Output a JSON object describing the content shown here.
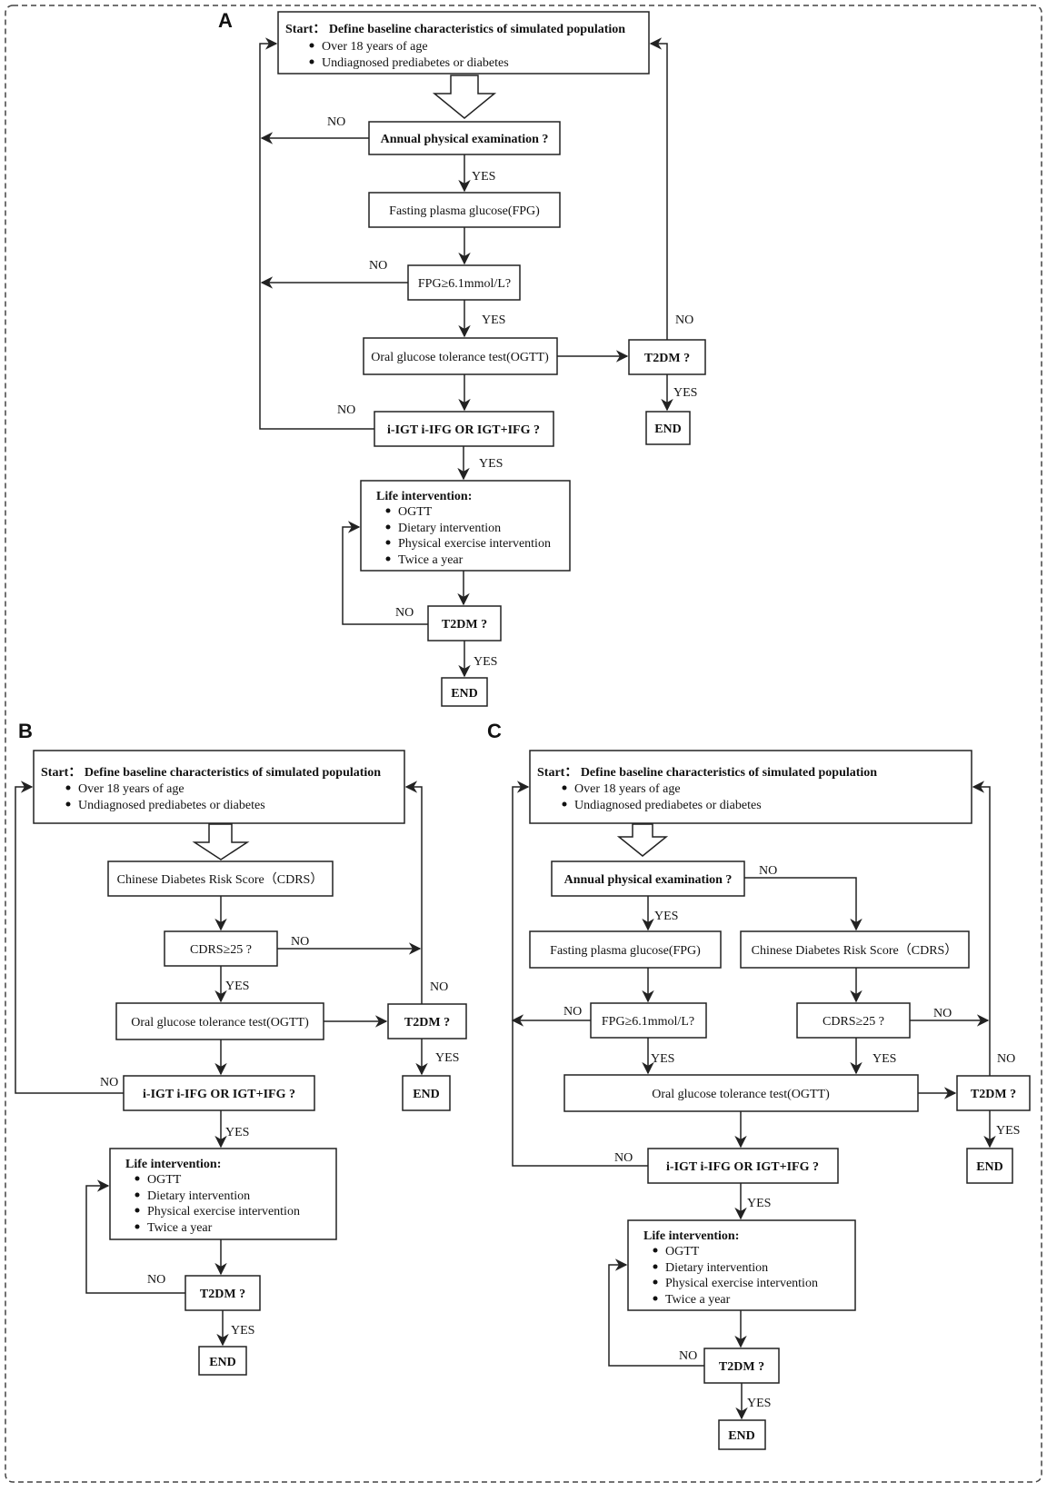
{
  "panels": {
    "A": "A",
    "B": "B",
    "C": "C"
  },
  "text": {
    "start_title": "Start： Define baseline characteristics of simulated population",
    "start_b1": "Over 18 years of age",
    "start_b2": "Undiagnosed prediabetes or diabetes",
    "annual_exam": "Annual physical examination ?",
    "fpg": "Fasting plasma glucose(FPG)",
    "fpg_check": "FPG≥6.1mmol/L?",
    "ogtt": "Oral glucose tolerance test(OGTT)",
    "igt_ifg": "i-IGT i-IFG OR  IGT+IFG ?",
    "life_title": "Life intervention:",
    "life_b1": "OGTT",
    "life_b2": "Dietary intervention",
    "life_b3": "Physical exercise intervention",
    "life_b4": "Twice a year",
    "t2dm": "T2DM ?",
    "end": "END",
    "cdrs": "Chinese Diabetes Risk Score（CDRS）",
    "cdrs_check": "CDRS≥25 ?",
    "yes": "YES",
    "no": "NO"
  }
}
